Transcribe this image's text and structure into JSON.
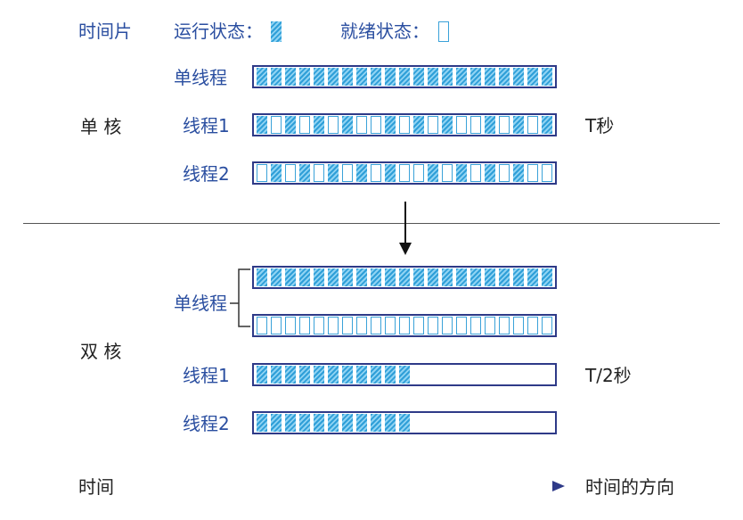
{
  "legend": {
    "timeslice": "时间片",
    "running": "运行状态：",
    "ready": "就绪状态："
  },
  "single_core": {
    "label": "单 核",
    "time": "T秒",
    "rows": [
      {
        "label": "单线程",
        "pattern": "RRRRRRRRRRRRRRRRRRRRR"
      },
      {
        "label": "线程1",
        "pattern": "RWRWRWRWWRWRWRWWRWRWR"
      },
      {
        "label": "线程2",
        "pattern": "WRWRWRWRWRWWRWRWRWRWW"
      }
    ]
  },
  "dual_core": {
    "label": "双 核",
    "time": "T/2秒",
    "bracket_label": "单线程",
    "rows": [
      {
        "label": "",
        "pattern": "RRRRRRRRRRRRRRRRRRRRR"
      },
      {
        "label": "",
        "pattern": "WWWWWWWWWWWWWWWWWWWWW"
      },
      {
        "label": "线程1",
        "pattern": "RRRRRRRRRRR"
      },
      {
        "label": "线程2",
        "pattern": "RRRRRRRRRRR"
      }
    ]
  },
  "timeline": {
    "left": "时间",
    "right": "时间的方向"
  },
  "colors": {
    "running_fill": "#2f9fd8",
    "ready_border": "#3aa2d9",
    "bar_border": "#2e3a88",
    "label_blue": "#2a4ea0"
  }
}
